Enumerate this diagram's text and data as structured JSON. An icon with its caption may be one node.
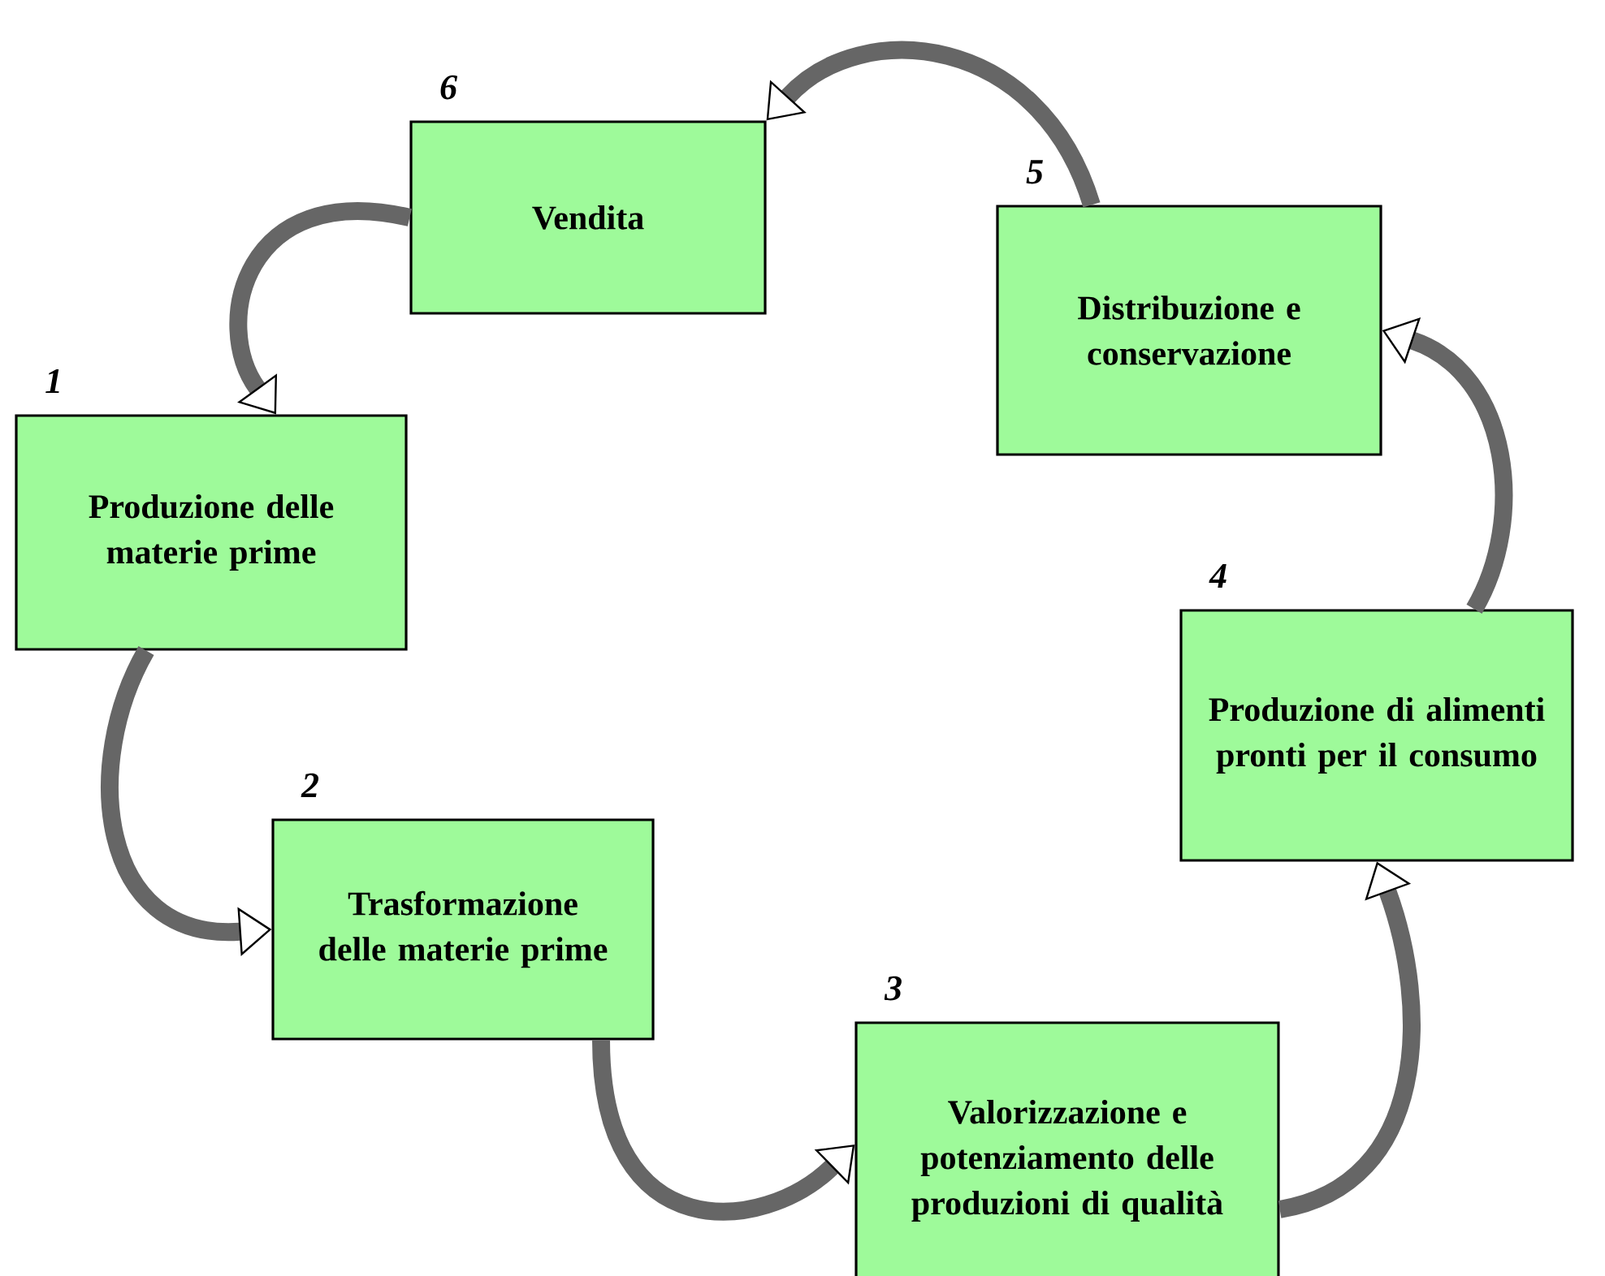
{
  "diagram": {
    "nodes": [
      {
        "text": [
          "Produzione delle materie prime"
        ],
        "beside": [
          "1"
        ]
      },
      {
        "text": [
          "Trasformazione delle materie prime"
        ],
        "beside": [
          "2"
        ]
      },
      {
        "text": [
          "Valorizzazione e potenziamento delle produzioni di qualità"
        ],
        "beside": [
          "3"
        ]
      },
      {
        "text": [
          "Produzione di alimenti pronti per il consumo"
        ],
        "beside": [
          "4"
        ]
      },
      {
        "text": [
          "Distribuzione e conservazione"
        ],
        "beside": [
          "5"
        ]
      },
      {
        "text": [
          "Vendita"
        ],
        "beside": [
          "6"
        ]
      }
    ],
    "edges": [
      {
        "from": 0,
        "to": 1,
        "arrow": "to"
      },
      {
        "from": 1,
        "to": 2,
        "arrow": "to"
      },
      {
        "from": 2,
        "to": 3,
        "arrow": "to"
      },
      {
        "from": 3,
        "to": 4,
        "arrow": "to"
      },
      {
        "from": 4,
        "to": 5,
        "arrow": "to"
      },
      {
        "from": 5,
        "to": 0,
        "arrow": "to"
      }
    ]
  }
}
